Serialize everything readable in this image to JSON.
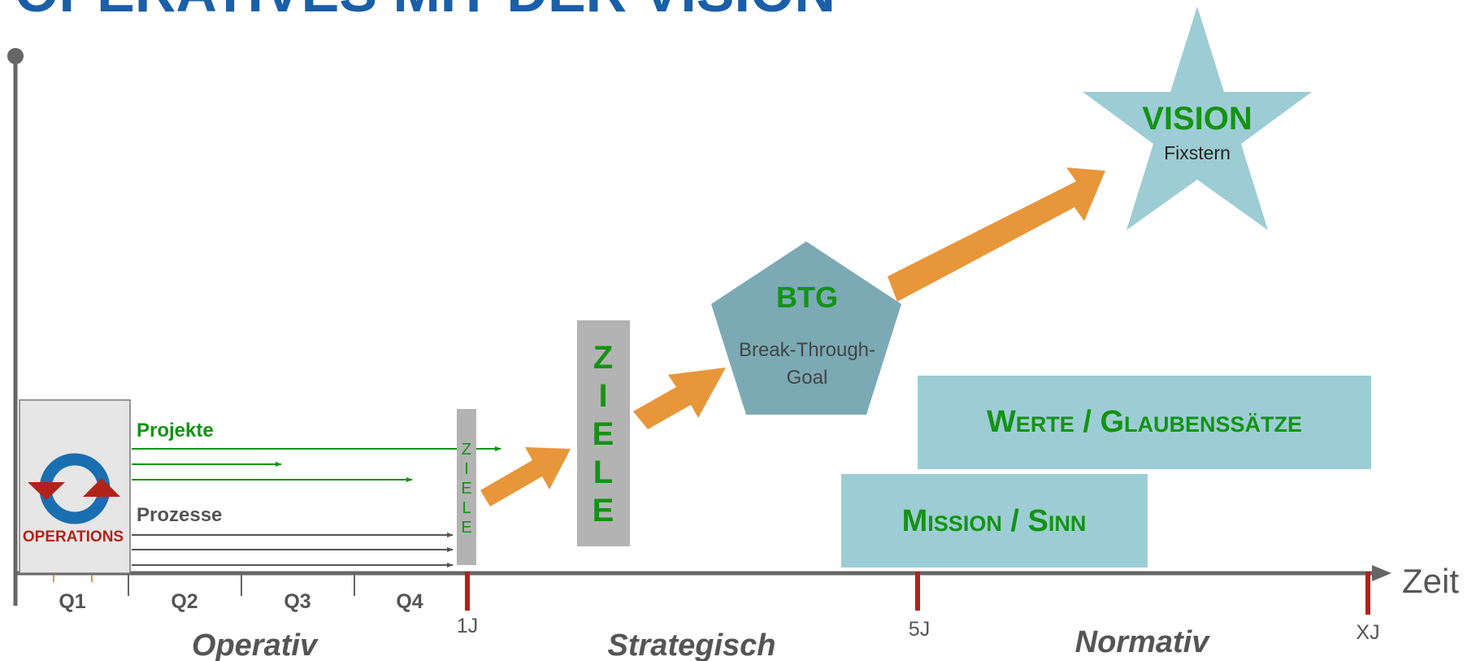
{
  "title": "OPERATIVES MIT DER VISION",
  "axis": {
    "label": "Zeit",
    "quarters": [
      "Q1",
      "Q2",
      "Q3",
      "Q4"
    ],
    "milestones": [
      "1J",
      "5J",
      "XJ"
    ],
    "phases": [
      "Operativ",
      "Strategisch",
      "Normativ"
    ]
  },
  "operations": {
    "label": "OPERATIONS"
  },
  "projects_label": "Projekte",
  "processes_label": "Prozesse",
  "ziele_small": [
    "Z",
    "I",
    "E",
    "L",
    "E"
  ],
  "ziele_big": [
    "Z",
    "I",
    "E",
    "L",
    "E"
  ],
  "btg": {
    "title": "BTG",
    "line1": "Break-Through-",
    "line2": "Goal"
  },
  "vision": {
    "title": "VISION",
    "subtitle": "Fixstern"
  },
  "werte": "Werte / Glaubenssätze",
  "mission": "Mission / Sinn",
  "colors": {
    "green": "#149314",
    "orange": "#E8963A",
    "teal_light": "#9DCDD4",
    "teal_dark": "#7BAAB4",
    "gray_bar": "#B3B3B3",
    "axis": "#666666",
    "red": "#B0231A",
    "blue": "#1A6FB0",
    "title_blue": "#1A5FA8"
  }
}
